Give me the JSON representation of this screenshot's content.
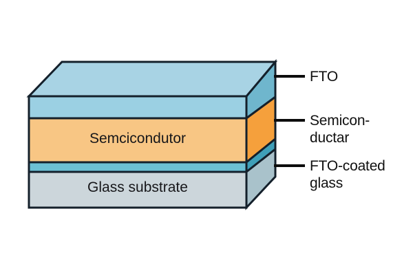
{
  "figure": {
    "type": "layer-stack-diagram",
    "background_color": "#ffffff",
    "outline_color": "#14202b"
  },
  "block": {
    "labels": {
      "semiconductor": "Semcicondutor",
      "glass_substrate": "Glass substrate"
    },
    "layers": [
      {
        "name": "fto-top",
        "label": "",
        "front_color": "#9bd0e3",
        "side_color": "#6fb6cd",
        "top_color": "#a8d3e4"
      },
      {
        "name": "semiconductor",
        "label": "Semcicondutor",
        "front_color": "#f8c684",
        "side_color": "#f5a03c"
      },
      {
        "name": "fto-bottom",
        "label": "",
        "front_color": "#6cc0d4",
        "side_color": "#3f9fb8"
      },
      {
        "name": "glass-substrate",
        "label": "Glass substrate",
        "front_color": "#ccd6db",
        "side_color": "#a9c2cb"
      }
    ]
  },
  "callouts": [
    {
      "id": "fto",
      "text": "FTO",
      "target_layer": "fto-top"
    },
    {
      "id": "semiconductor",
      "text": "Semicon-\nductar",
      "target_layer": "semiconductor"
    },
    {
      "id": "fto-coated-glass",
      "text": "FTO-coated\nglass",
      "target_layer": "glass-substrate"
    }
  ]
}
